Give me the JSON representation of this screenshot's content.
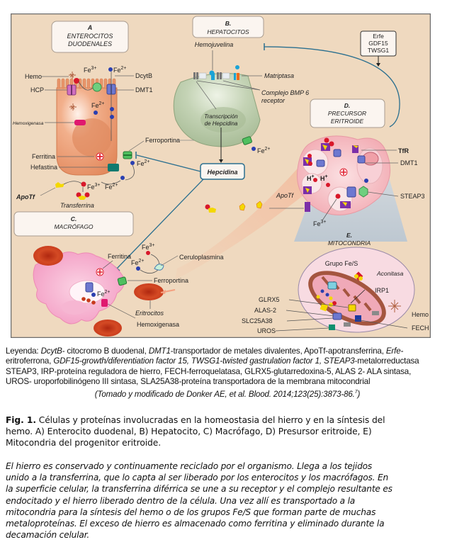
{
  "figure": {
    "panels": {
      "A": {
        "letter": "A",
        "title_1": "ENTEROCITOS",
        "title_2": "DUODENALES"
      },
      "B": {
        "letter": "B.",
        "title_1": "HEPATOCITOS"
      },
      "C": {
        "letter": "C.",
        "title_1": "MACRÓFAGO"
      },
      "D": {
        "letter": "D.",
        "title_1": "PRECURSOR",
        "title_2": "ERITROIDE"
      },
      "E": {
        "letter": "E.",
        "title_1": "MITOCONDRIA"
      }
    },
    "labels": {
      "hemo_a": "Hemo",
      "hcp": "HCP",
      "dcytb": "DcytB",
      "dmt1_a": "DMT1",
      "fe3_a": "Fe3+",
      "fe2_a_top": "Fe2+",
      "fe2_a_in": "Fe2+",
      "hemoxigenasa_a": "Hemoxigenasa",
      "ferroportina_a": "Ferroportina",
      "ferritina_a": "Ferritina",
      "hefastina": "Hefastina",
      "fe2_a_out": "Fe2+",
      "fe3_a_out": "Fe3+",
      "fe2_a_out2": "Fe2+",
      "apotf_a": "ApoTf",
      "transferrina": "Transferrina",
      "hemojuvelina": "Hemojuvelina",
      "matriptasa": "Matriptasa",
      "complejo_bmp_1": "Complejo BMP 6",
      "complejo_bmp_2": "receptor",
      "transcripcion_1": "Transcripción",
      "transcripcion_2": "de Hepcidina",
      "fe2_b": "Fe2+",
      "hepcidina": "Hepcidina",
      "erfe_1": "Erfe",
      "erfe_2": "GDF15",
      "erfe_3": "TWSG1",
      "tfr": "TfR",
      "dmt1_d": "DMT1",
      "h_plus_1": "H+",
      "h_plus_2": "H+",
      "steap3": "STEAP3",
      "apotf_d": "ApoTf",
      "fe3_d": "Fe3+",
      "ferritina_c": "Ferritina",
      "fe3_c": "Fe3+",
      "fe2_c": "Fe2+",
      "ceruloplasmina": "Ceruloplasmina",
      "ferroportina_c": "Ferroportina",
      "fe2_c_in": "Fe2+",
      "eritrocitos": "Eritrocitos",
      "hemoxigenasa_c": "Hemoxigenasa",
      "grupo_fes": "Grupo Fe/S",
      "aconitasa": "Aconitasa",
      "irp1": "IRP1",
      "glrx5": "GLRX5",
      "alas2": "ALAS-2",
      "slc25a38": "SLC25A38",
      "uros": "UROS",
      "hemo_e": "Hemo",
      "fech": "FECH"
    },
    "colors": {
      "background": "#efd9bf",
      "enterocyte": "#e8956a",
      "hepatocyte": "#b8c9a8",
      "macrophage": "#f4a6c8",
      "erythroid": "#f6c4c8",
      "mito_zoom": "#f8dbe2",
      "erythrocyte": "#cc3b1c",
      "fe3_red": "#d8182a",
      "fe2_blue": "#2a3fb0",
      "line_blue": "#2a6f8f"
    }
  },
  "legend": {
    "lines": [
      [
        {
          "t": "Leyenda: ",
          "i": false
        },
        {
          "t": "DcytB",
          "i": true
        },
        {
          "t": "- citocromo B duodenal, ",
          "i": false
        },
        {
          "t": "DMT1",
          "i": true
        },
        {
          "t": "-transportador de metales divalentes, ApoTf-apotransferrina, ",
          "i": false
        },
        {
          "t": "Erfe-",
          "i": true
        }
      ],
      [
        {
          "t": "eritroferrona, ",
          "i": false
        },
        {
          "t": "GDF15-growth/diferentiation factor 15, TWSG1-twisted gastrulation factor 1, STEAP3",
          "i": true
        },
        {
          "t": "-metalorreductasa",
          "i": false
        }
      ],
      [
        {
          "t": "STEAP3, IRP-proteína reguladora de hierro, FECH-ferroquelatasa, GLRX5-glutarredoxina-5, ALAS 2- ALA sintasa,",
          "i": false
        }
      ],
      [
        {
          "t": "UROS- uroporfobilinógeno III sintasa, SLA25A38-proteína transportadora de la membrana mitocondrial",
          "i": false
        }
      ]
    ],
    "source": "(Tomado y modificado de Donker AE, et al. Blood. 2014;123(25):3873-86.",
    "source_ref": "7",
    "source_end": ")"
  },
  "caption": {
    "label": "Fig. 1.",
    "lines": [
      " Células y proteínas involucradas en la homeostasia del hierro y en la síntesis del",
      "hemo. A) Enterocito duodenal, B) Hepatocito, C) Macrófago, D) Presursor eritroide, E)",
      "Mitocondria del progenitor eritroide."
    ]
  },
  "paragraph": {
    "lines": [
      "El hierro es conservado y continuamente reciclado por el organismo. Llega a los tejidos",
      "unido a la transferrina, que lo capta al ser liberado por los enterocitos y los macrófagos. En",
      "la superficie celular, la transferrina diférrica se une a su receptor y el complejo resultante es",
      "endocitado y el hierro liberado dentro de la célula. Una vez allí es transportado a la",
      "mitocondria para la síntesis del hemo o de los grupos Fe/S que forman parte de muchas",
      "metaloproteínas. El exceso de hierro es almacenado como ferritina y eliminado durante la",
      "decamación celular."
    ]
  }
}
